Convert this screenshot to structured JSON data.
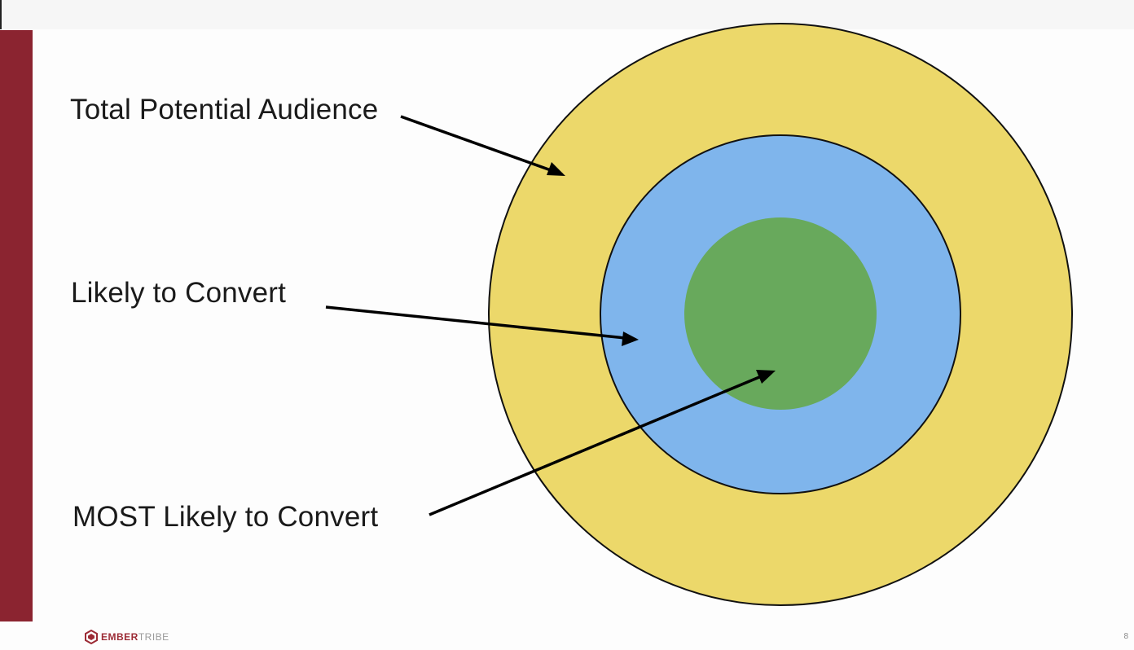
{
  "slide": {
    "labels": {
      "total": "Total Potential Audience",
      "likely": "Likely to Convert",
      "most": "MOST Likely to Convert"
    },
    "footer": {
      "logo_word1": "EMBER",
      "logo_word2": "TRIBE"
    },
    "page_number": "8"
  },
  "colors": {
    "accent_bar": "#8b2430",
    "outer_circle": "#ecd86a",
    "middle_circle": "#7fb5ec",
    "inner_circle": "#68a95c",
    "outline": "#111111",
    "arrow": "#000000",
    "logo": "#9c2b35"
  },
  "icons": {
    "footer_logo": "embertribe-logo-icon"
  }
}
